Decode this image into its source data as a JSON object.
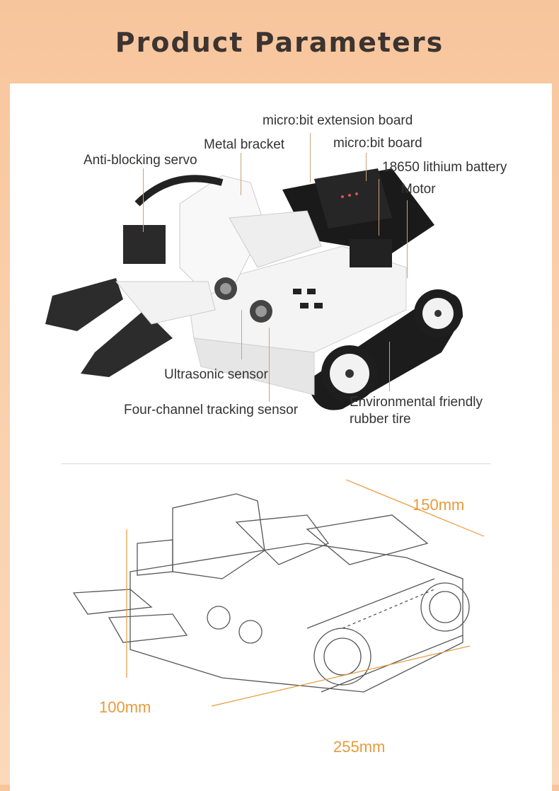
{
  "header": {
    "title": "Product Parameters"
  },
  "photo_labels": {
    "extension_board": "micro:bit extension board",
    "metal_bracket": "Metal bracket",
    "microbit_board": "micro:bit board",
    "servo": "Anti-blocking servo",
    "battery": "18650 lithium battery",
    "motor": "Motor",
    "ultrasonic": "Ultrasonic sensor",
    "tracking": "Four-channel tracking sensor",
    "tire_line1": "Environmental friendly",
    "tire_line2": "rubber tire"
  },
  "dimensions": {
    "width": "150mm",
    "height": "100mm",
    "length": "255mm"
  },
  "colors": {
    "background": "#f9cfaa",
    "title": "#3b3431",
    "dimension": "#e89a3c",
    "leader": "#c9a27c"
  }
}
